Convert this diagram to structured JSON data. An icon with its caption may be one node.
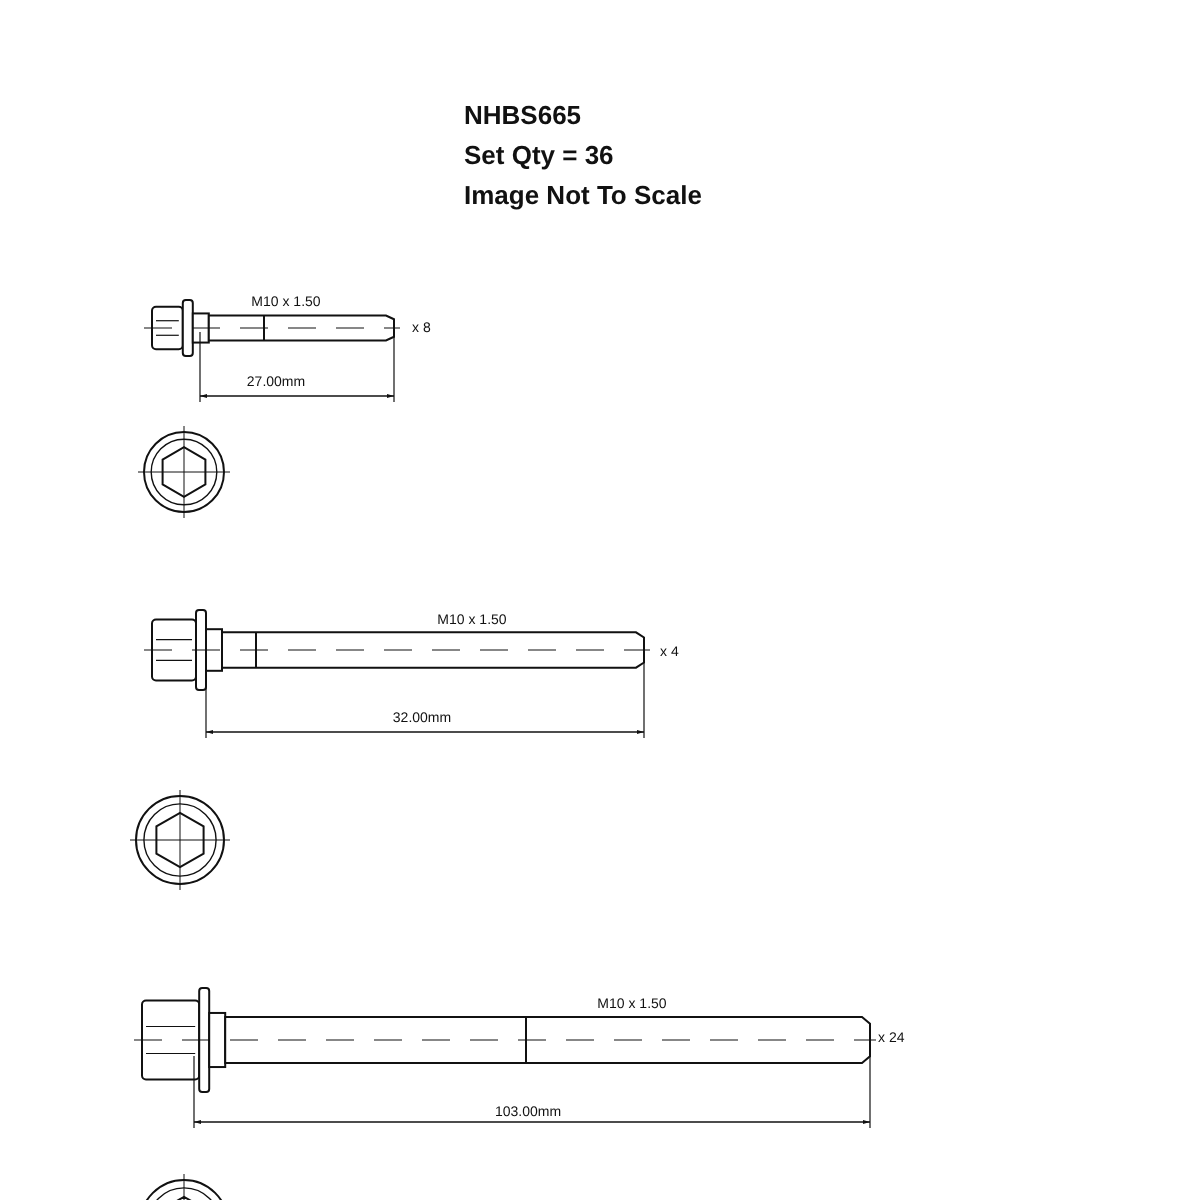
{
  "diagram": {
    "labels": [
      "NHBS665",
      "Set Qty = 36",
      "Image Not To Scale",
      "M10 x 1.50",
      "x 8",
      "27.00mm",
      "M10 x 1.50",
      "x 4",
      "32.00mm",
      "M10 x 1.50",
      "x 24",
      "103.00mm"
    ]
  }
}
